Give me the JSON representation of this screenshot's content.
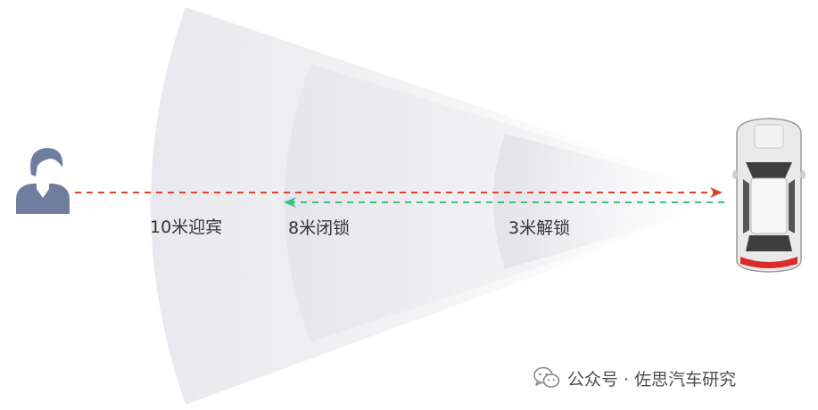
{
  "zones": [
    {
      "label": "10米迎宾"
    },
    {
      "label": "8米闭锁"
    },
    {
      "label": "3米解锁"
    }
  ],
  "watermark": {
    "text": "公众号 · 佐思汽车研究",
    "icon": "wechat-icon"
  },
  "colors": {
    "approach_arrow": "#d9452b",
    "leave_arrow": "#3fbf8a",
    "person": "#6f7e9e",
    "zone_fill": "#eeeef1",
    "car_body": "#e9e9e9",
    "car_glass": "#3d3d3d",
    "tail_light": "#d92b2b"
  }
}
